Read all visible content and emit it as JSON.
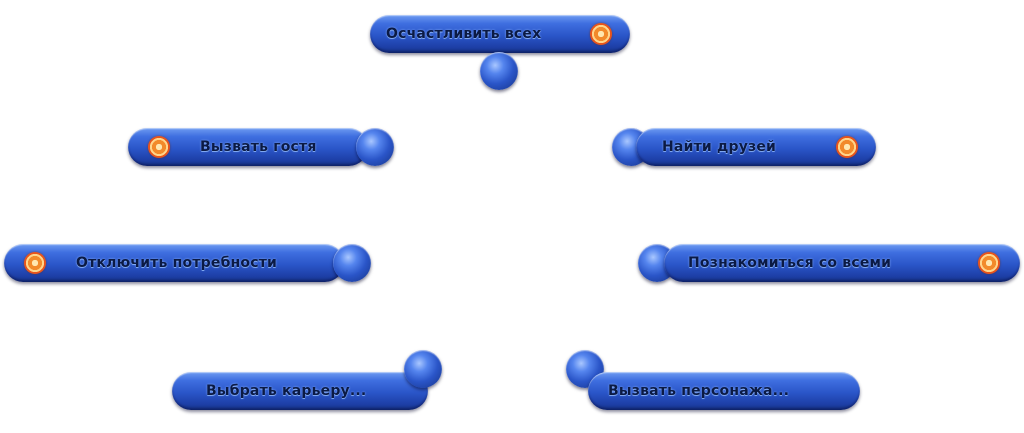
{
  "menu": {
    "top": {
      "label": "Осчастливить всех",
      "icon": "target-icon"
    },
    "left_1": {
      "label": "Вызвать гостя",
      "icon": "target-icon"
    },
    "right_1": {
      "label": "Найти друзей",
      "icon": "target-icon"
    },
    "left_2": {
      "label": "Отключить потребности",
      "icon": "target-icon"
    },
    "right_2": {
      "label": "Познакомиться со всеми",
      "icon": "target-icon"
    },
    "left_3": {
      "label": "Выбрать карьеру..."
    },
    "right_3": {
      "label": "Вызвать персонажа..."
    }
  },
  "colors": {
    "pill": "#2a55c8",
    "pill_dark": "#163386",
    "label_text": "#0b1a44",
    "target_outer": "#e9541a",
    "target_inner": "#f28a2a"
  }
}
